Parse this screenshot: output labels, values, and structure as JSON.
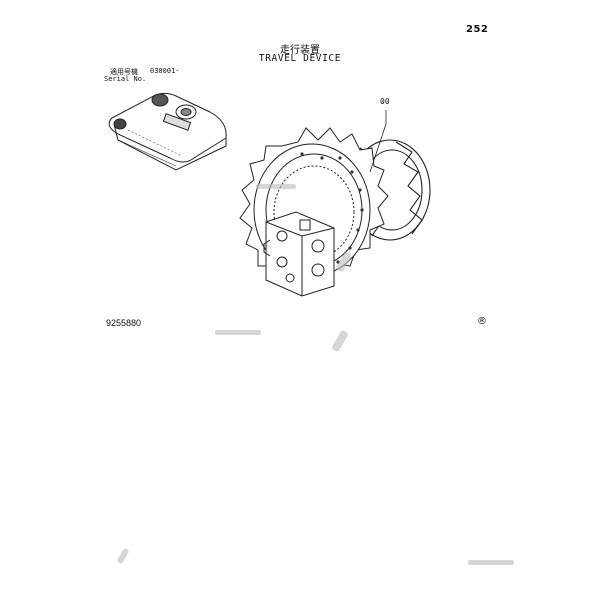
{
  "page": {
    "number": "252",
    "title_jp": "走行装置",
    "title_en": "TRAVEL DEVICE"
  },
  "applicability": {
    "label_jp": "適用号機",
    "label_en": "Serial No.",
    "value": "030001-"
  },
  "drawing": {
    "callout": "00",
    "reference_number": "9255880",
    "registered_mark": "®"
  }
}
